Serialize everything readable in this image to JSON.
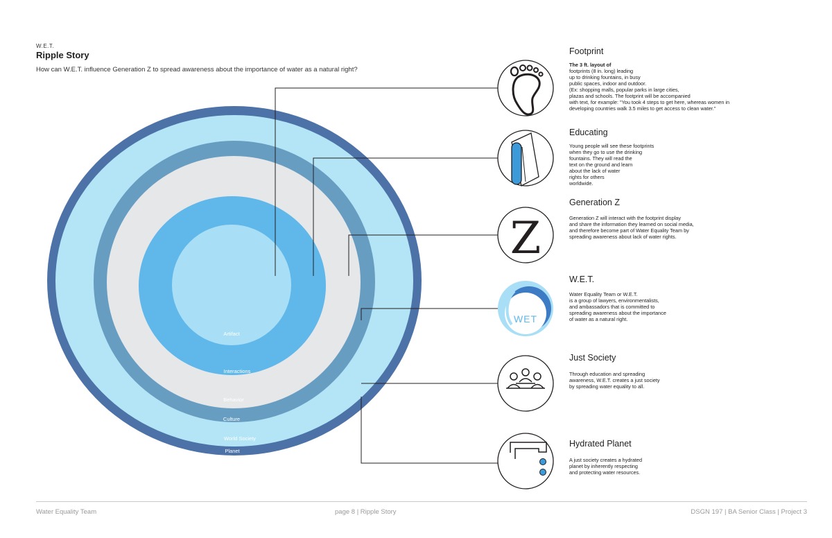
{
  "header": {
    "kicker": "W.E.T.",
    "title": "Ripple Story",
    "question": "How can W.E.T. influence Generation Z to spread awareness about the importance of water as a natural right?"
  },
  "rings": [
    {
      "label": "Planet",
      "color": "#4c72a8"
    },
    {
      "label": "World Society",
      "color": "#b3e5f6"
    },
    {
      "label": "Culture",
      "color": "#689dc2"
    },
    {
      "label": "Behavior",
      "color": "#e6e7e9"
    },
    {
      "label": "Interactions",
      "color": "#5fb7ea"
    },
    {
      "label": "Artifact",
      "color": "#a9dff6"
    }
  ],
  "items": [
    {
      "icon": "footprint-icon",
      "title": "Footprint",
      "lead": "The 3 ft. layout of",
      "body": [
        "footprints (8 in. long) leading",
        "up to drinking fountains, in busy",
        "public spaces, indoor and outdoor.",
        "(Ex: shopping malls, popular parks in large cities,",
        "plazas and schools.  The footprint will be accompanied",
        "with text, for example: \"You took 4 steps to get here, whereas women in",
        "developing countries walk 3.5 miles to get access to clean water.\""
      ]
    },
    {
      "icon": "flyer-icon",
      "title": "Educating",
      "lead": "",
      "body": [
        "Young people will see these footprints",
        "when they go to use the drinking",
        "fountains.  They will read the",
        "text on the ground and learn",
        "about the lack of water",
        "rights for others",
        "worldwide."
      ]
    },
    {
      "icon": "letter-z-icon",
      "title": "Generation Z",
      "lead": "",
      "body": [
        "Generation Z will interact with the footprint display",
        "and share the information they learned on social media,",
        "and therefore become part of Water Equality Team by",
        "spreading awareness about lack of water rights."
      ]
    },
    {
      "icon": "wet-logo-icon",
      "title": "W.E.T.",
      "lead": "",
      "body": [
        "Water Equality Team or W.E.T.",
        "is a group of lawyers, environmentalists,",
        "and ambassadors that is committed to",
        "spreading awareness about the importance",
        "of water as a natural right."
      ]
    },
    {
      "icon": "people-table-icon",
      "title": "Just Society",
      "lead": "",
      "body": [
        "Through education and spreading",
        "awareness, W.E.T. creates a just society",
        "by spreading water equality to all."
      ]
    },
    {
      "icon": "faucet-icon",
      "title": "Hydrated Planet",
      "lead": "",
      "body": [
        "A just society creates a hydrated",
        "planet by inherently respecting",
        "and protecting water resources."
      ]
    }
  ],
  "wet_logo_text": "WET",
  "z_glyph": "Z",
  "footer": {
    "left": "Water Equality Team",
    "center": "page 8 | Ripple Story",
    "right": "DSGN 197 | BA Senior Class | Project 3"
  }
}
